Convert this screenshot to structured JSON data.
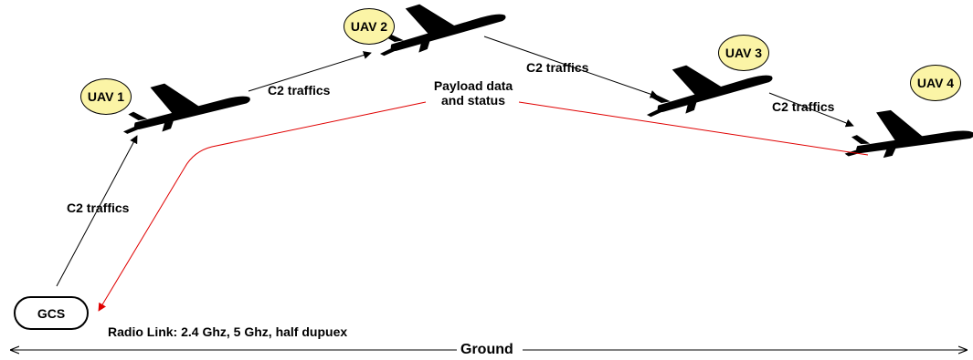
{
  "nodes": {
    "gcs": "GCS",
    "uav1": "UAV 1",
    "uav2": "UAV 2",
    "uav3": "UAV 3",
    "uav4": "UAV 4"
  },
  "links": {
    "c2_gcs_uav1": "C2 traffics",
    "c2_uav1_uav2": "C2 traffics",
    "c2_uav2_uav3": "C2 traffics",
    "c2_uav3_uav4": "C2 traffics",
    "payload_line1": "Payload data",
    "payload_line2": "and status"
  },
  "radio_link": "Radio Link: 2.4 Ghz, 5 Ghz, half dupuex",
  "ground": "Ground",
  "colors": {
    "c2_arrow": "#000000",
    "payload_arrow": "#e00000",
    "uav_badge_fill": "#fbf4a6"
  },
  "icons": [
    "airplane-icon",
    "airplane-icon",
    "airplane-icon",
    "airplane-icon"
  ]
}
